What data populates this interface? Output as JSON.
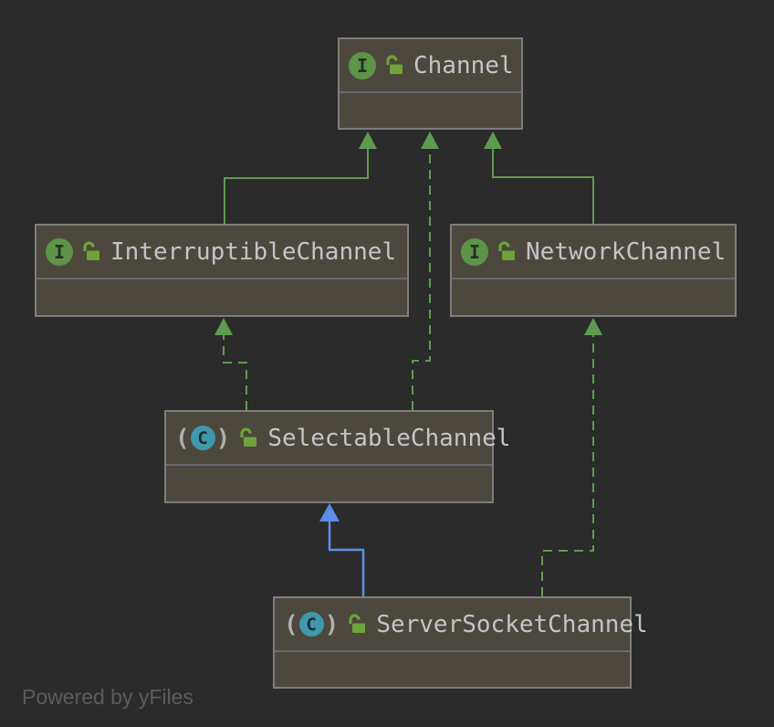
{
  "diagram": {
    "watermark": "Powered by yFiles",
    "icons": {
      "interface_badge": "I",
      "class_badge": "C",
      "paren_open": "(",
      "paren_close": ")",
      "lock": "open-lock-public"
    },
    "colors": {
      "background": "#2b2b2b",
      "node_fill": "#4d483e",
      "node_border": "#7e7e7e",
      "header_separator": "#686870",
      "label_text": "#c3c5c9",
      "extends_implements_green": "#5f9b4f",
      "extends_blue": "#5a8eea",
      "interface_icon_green": "#5d9448",
      "class_icon_teal": "#3f98ab",
      "lock_icon_green": "#6da339",
      "watermark_text": "#5c5c5c"
    },
    "nodes": [
      {
        "id": "channel",
        "label": "Channel",
        "kind": "interface",
        "visibility": "public"
      },
      {
        "id": "interruptible-channel",
        "label": "InterruptibleChannel",
        "kind": "interface",
        "visibility": "public"
      },
      {
        "id": "network-channel",
        "label": "NetworkChannel",
        "kind": "interface",
        "visibility": "public"
      },
      {
        "id": "selectable-channel",
        "label": "SelectableChannel",
        "kind": "abstract-class",
        "visibility": "public"
      },
      {
        "id": "server-socket-channel",
        "label": "ServerSocketChannel",
        "kind": "abstract-class",
        "visibility": "public"
      }
    ],
    "edges": [
      {
        "from": "InterruptibleChannel",
        "to": "Channel",
        "type": "extends",
        "style": "solid",
        "color": "#5f9b4f"
      },
      {
        "from": "NetworkChannel",
        "to": "Channel",
        "type": "extends",
        "style": "solid",
        "color": "#5f9b4f"
      },
      {
        "from": "SelectableChannel",
        "to": "Channel",
        "type": "implements",
        "style": "dashed",
        "color": "#5f9b4f"
      },
      {
        "from": "SelectableChannel",
        "to": "InterruptibleChannel",
        "type": "implements",
        "style": "dashed",
        "color": "#5f9b4f"
      },
      {
        "from": "ServerSocketChannel",
        "to": "SelectableChannel",
        "type": "extends",
        "style": "solid",
        "color": "#5a8eea"
      },
      {
        "from": "ServerSocketChannel",
        "to": "NetworkChannel",
        "type": "implements",
        "style": "dashed",
        "color": "#5f9b4f"
      }
    ]
  }
}
